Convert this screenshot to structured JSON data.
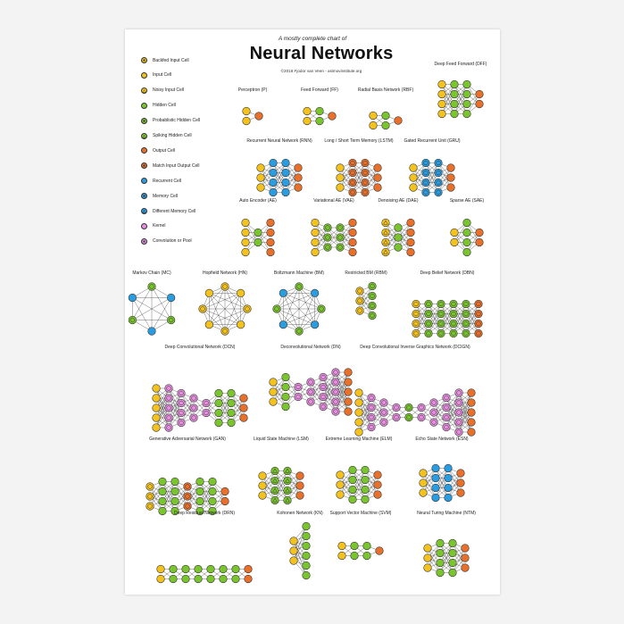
{
  "header": {
    "subtitle": "A mostly complete chart of",
    "title": "Neural Networks",
    "credit": "©2016 Fjodor van Veen - asimovinstitute.org"
  },
  "legend": [
    {
      "label": "Backfed Input Cell",
      "fill": "#f4c21d",
      "mark": "ring"
    },
    {
      "label": "Input Cell",
      "fill": "#f4c21d",
      "mark": "none"
    },
    {
      "label": "Noisy Input Cell",
      "fill": "#f4c21d",
      "mark": "triangle"
    },
    {
      "label": "Hidden Cell",
      "fill": "#7ac52e",
      "mark": "none"
    },
    {
      "label": "Probablistic Hidden Cell",
      "fill": "#7ac52e",
      "mark": "ring"
    },
    {
      "label": "Spiking Hidden Cell",
      "fill": "#7ac52e",
      "mark": "triangle"
    },
    {
      "label": "Output Cell",
      "fill": "#e8702a",
      "mark": "none"
    },
    {
      "label": "Match Input Output Cell",
      "fill": "#e8702a",
      "mark": "ring"
    },
    {
      "label": "Recurrent Cell",
      "fill": "#2a9ce0",
      "mark": "none"
    },
    {
      "label": "Memory Cell",
      "fill": "#2a9ce0",
      "mark": "ring"
    },
    {
      "label": "Different Memory Cell",
      "fill": "#2a9ce0",
      "mark": "triangle"
    },
    {
      "label": "Kernel",
      "fill": "#e88ee0",
      "mark": "none"
    },
    {
      "label": "Convolution or Pool",
      "fill": "#e88ee0",
      "mark": "ring"
    }
  ],
  "colors": {
    "input": "#f4c21d",
    "hidden": "#7ac52e",
    "output": "#e8702a",
    "recurrent": "#2a9ce0",
    "kernel": "#e88ee0",
    "edge": "#333333"
  },
  "networks": [
    {
      "name": "Perceptron (P)",
      "layers": [
        "i2",
        "o1"
      ]
    },
    {
      "name": "Feed Forward (FF)",
      "layers": [
        "i2",
        "h2",
        "o1"
      ]
    },
    {
      "name": "Radial Basis Network (RBF)",
      "layers": [
        "i2",
        "h2",
        "o1"
      ]
    },
    {
      "name": "Deep Feed Forward (DFF)",
      "layers": [
        "i4",
        "h4",
        "h4",
        "o2"
      ]
    },
    {
      "name": "Recurrent Neural Network (RNN)",
      "layers": [
        "i3",
        "r4",
        "r4",
        "o3"
      ]
    },
    {
      "name": "Long / Short Term Memory (LSTM)",
      "layers": [
        "i3",
        "m4",
        "m4",
        "o3"
      ]
    },
    {
      "name": "Gated Recurrent Unit (GRU)",
      "layers": [
        "i3",
        "d4",
        "d4",
        "o3"
      ]
    },
    {
      "name": "Auto Encoder (AE)",
      "layers": [
        "i4",
        "h2",
        "o4"
      ]
    },
    {
      "name": "Variational AE (VAE)",
      "layers": [
        "i4",
        "p3",
        "p3",
        "o4"
      ]
    },
    {
      "name": "Denoising AE (DAE)",
      "layers": [
        "n4",
        "h3",
        "o4"
      ]
    },
    {
      "name": "Sparse AE (SAE)",
      "layers": [
        "i2",
        "h4",
        "o2"
      ]
    },
    {
      "name": "Markov Chain (MC)",
      "ring": "pr6"
    },
    {
      "name": "Hopfield Network (HN)",
      "ring": "bi8"
    },
    {
      "name": "Boltzmann Machine (BM)",
      "ring": "pr8"
    },
    {
      "name": "Restricted BM (RBM)",
      "layers": [
        "b3",
        "p4"
      ]
    },
    {
      "name": "Deep Belief Network (DBN)",
      "layers": [
        "b4",
        "p4",
        "p4",
        "p4",
        "p4",
        "m4"
      ]
    },
    {
      "name": "Deep Convolutional Network (DCN)",
      "layers": [
        "i5",
        "c5",
        "c4",
        "c3",
        "c2",
        "h4",
        "h4",
        "o3"
      ]
    },
    {
      "name": "Deconvolutional Network (DN)",
      "layers": [
        "i3",
        "h4",
        "c2",
        "c3",
        "c4",
        "c5",
        "o5"
      ]
    },
    {
      "name": "Deep Convolutional Inverse Graphics Network (DCIGN)",
      "layers": [
        "i5",
        "c4",
        "c3",
        "c2",
        "p2",
        "c2",
        "c3",
        "c4",
        "c5",
        "o5"
      ]
    },
    {
      "name": "Generative Adversarial Network (GAN)",
      "layers": [
        "b3",
        "h4",
        "h4",
        "m3",
        "h4",
        "h4",
        "o2"
      ]
    },
    {
      "name": "Liquid State Machine (LSM)",
      "layers": [
        "i3",
        "s4",
        "s4",
        "o3"
      ]
    },
    {
      "name": "Extreme Learning Machine (ELM)",
      "layers": [
        "i3",
        "h4",
        "h4",
        "o3"
      ]
    },
    {
      "name": "Echo State Network (ESN)",
      "layers": [
        "i3",
        "r4",
        "r4",
        "o3"
      ]
    },
    {
      "name": "Deep Residual Network (DRN)",
      "layers": [
        "i2",
        "h2",
        "h2",
        "h2",
        "h2",
        "h2",
        "h2",
        "o2"
      ]
    },
    {
      "name": "Kohonen Network (KN)",
      "layers": [
        "i3",
        "h6"
      ]
    },
    {
      "name": "Support Vector Machine (SVM)",
      "layers": [
        "i2",
        "h2",
        "h2",
        "o1"
      ]
    },
    {
      "name": "Neural Turing Machine (NTM)",
      "layers": [
        "i3",
        "h4",
        "h4",
        "o3"
      ]
    }
  ]
}
